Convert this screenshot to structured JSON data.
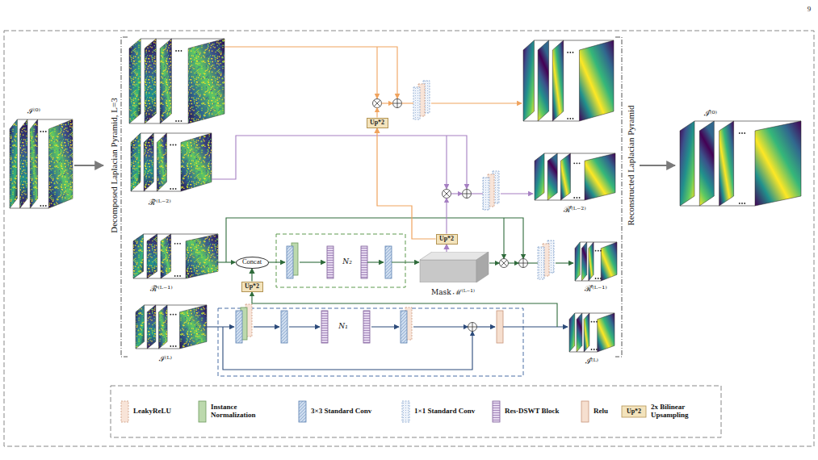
{
  "diagram": {
    "nodes": [
      {
        "text": [
          "Up*2"
        ]
      },
      {
        "text": [
          "Concat"
        ]
      },
      {
        "text": [
          "Up*2"
        ]
      },
      {
        "text": [
          "Up*2"
        ]
      },
      {
        "text": [
          "Mask ℳ⁽ᴸ⁻¹⁾"
        ]
      }
    ],
    "edges": [
      {
        "from": 4,
        "to": 2,
        "arrow": "to"
      },
      {
        "from": 2,
        "to": 0,
        "arrow": "to"
      },
      {
        "from": 3,
        "to": 1,
        "arrow": "to"
      }
    ],
    "labels": [
      "9",
      "ℐ⁽⁰⁾",
      "Decomposed Laplacian Pyramid, L=3",
      "ℛ̃⁽ᴸ⁻²⁾",
      "ℛ̃⁽ᴸ⁻¹⁾",
      "ℐ⁽ᴸ⁾",
      "N₂",
      "N₁",
      "Reconstructed Laplacian Pyramid",
      "ℛ̂⁽ᴸ⁻²⁾",
      "ℛ̂⁽ᴸ⁻¹⁾",
      "ℐ̂⁽ᴸ⁾",
      "ℐ̂⁽⁰⁾",
      "Up*2"
    ],
    "legend": [
      {
        "text": "LeakyReLU",
        "color": "#f8e4d8"
      },
      {
        "text": "Instance Normalization",
        "color": "#bcd9ad"
      },
      {
        "text": "3×3 Standard Conv",
        "color": "#cddcee"
      },
      {
        "text": "1×1 Standard Conv",
        "color": "#eef3fa"
      },
      {
        "text": "Res-DSWT Block",
        "color": "#e5d8ef"
      },
      {
        "text": "Relu",
        "color": "#f6dfcf"
      },
      {
        "text": "2x Bilinear Upsampling",
        "color": "#f3e3bc"
      }
    ]
  }
}
